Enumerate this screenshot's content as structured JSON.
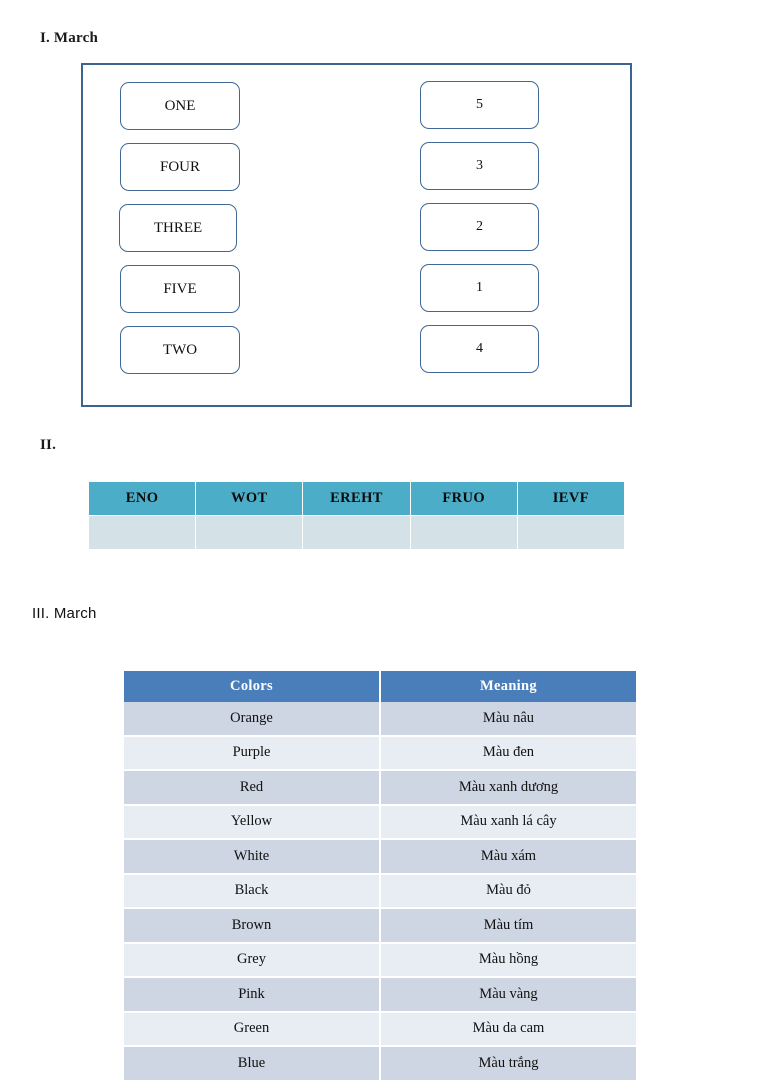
{
  "sections": {
    "one": {
      "heading": "I. March",
      "words": [
        "ONE",
        "FOUR",
        "THREE",
        "FIVE",
        "TWO"
      ],
      "numbers": [
        "5",
        "3",
        "2",
        "1",
        "4"
      ]
    },
    "two": {
      "heading": "II.",
      "headers": [
        "ENO",
        "WOT",
        "EREHT",
        "FRUO",
        "IEVF"
      ],
      "answer_row": [
        "",
        "",
        "",
        "",
        ""
      ]
    },
    "three": {
      "heading": "III. March",
      "columns": [
        "Colors",
        "Meaning"
      ],
      "rows": [
        {
          "color": "Orange",
          "meaning": "Màu nâu"
        },
        {
          "color": "Purple",
          "meaning": "Màu đen"
        },
        {
          "color": "Red",
          "meaning": "Màu xanh dương"
        },
        {
          "color": "Yellow",
          "meaning": "Màu xanh lá cây"
        },
        {
          "color": "White",
          "meaning": "Màu xám"
        },
        {
          "color": "Black",
          "meaning": "Màu đỏ"
        },
        {
          "color": "Brown",
          "meaning": "Màu tím"
        },
        {
          "color": "Grey",
          "meaning": "Màu hồng"
        },
        {
          "color": "Pink",
          "meaning": "Màu vàng"
        },
        {
          "color": "Green",
          "meaning": "Màu da cam"
        },
        {
          "color": "Blue",
          "meaning": "Màu trắng"
        }
      ]
    }
  },
  "colors": {
    "match_border": "#3d6491",
    "option_border": "#3f6896",
    "anagram_header_bg": "#4badc7",
    "anagram_cell_bg": "#d4e2e8",
    "colors_header_bg": "#4a7ebb",
    "row_odd_bg": "#ced5e3",
    "row_even_bg": "#e8ecf3"
  }
}
